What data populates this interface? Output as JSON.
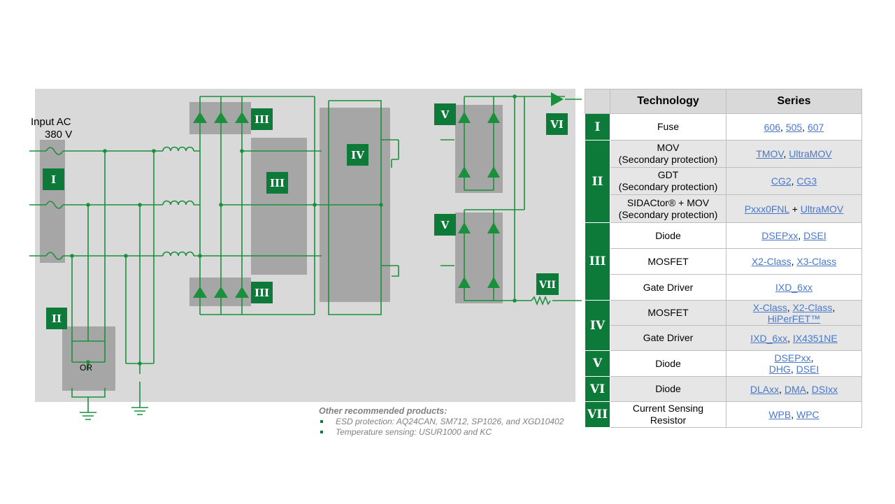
{
  "input_label": [
    "Input AC",
    "380 V"
  ],
  "or_label": "OR",
  "badges": [
    "I",
    "II",
    "III",
    "IV",
    "V",
    "VI",
    "VII"
  ],
  "colors": {
    "green": "#0d7a3a",
    "wire": "#1a8f3c",
    "panel": "#d9d9d9",
    "block": "#a6a6a6",
    "link": "#4a78c8"
  },
  "table": {
    "headers": [
      "Technology",
      "Series"
    ],
    "rows": [
      {
        "num": "I",
        "tech": [
          "Fuse"
        ],
        "series": [
          "606",
          ", ",
          "505",
          ", ",
          "607"
        ]
      },
      {
        "num": "II",
        "tech": [
          "MOV",
          "(Secondary protection)"
        ],
        "series": [
          "TMOV",
          ", ",
          "UltraMOV"
        ]
      },
      {
        "num": "",
        "tech": [
          "GDT",
          "(Secondary protection)"
        ],
        "series": [
          "CG2",
          ", ",
          "CG3"
        ]
      },
      {
        "num": "",
        "tech": [
          "SIDACtor® + MOV",
          "(Secondary protection)"
        ],
        "series": [
          "Pxxx0FNL",
          " + ",
          "UltraMOV"
        ]
      },
      {
        "num": "III",
        "tech": [
          "Diode"
        ],
        "series": [
          "DSEPxx",
          ", ",
          "DSEI"
        ]
      },
      {
        "num": "",
        "tech": [
          "MOSFET"
        ],
        "series": [
          "X2-Class",
          ", ",
          "X3-Class"
        ]
      },
      {
        "num": "",
        "tech": [
          "Gate Driver"
        ],
        "series": [
          "IXD_6xx"
        ]
      },
      {
        "num": "IV",
        "tech": [
          "MOSFET"
        ],
        "series": [
          "X-Class",
          ", ",
          "X2-Class",
          ",",
          "HiPerFET™"
        ]
      },
      {
        "num": "",
        "tech": [
          "Gate Driver"
        ],
        "series": [
          "IXD_6xx",
          ", ",
          "IX4351NE"
        ]
      },
      {
        "num": "V",
        "tech": [
          "Diode"
        ],
        "series": [
          "DSEPxx",
          ",",
          "DHG",
          ", ",
          "DSEI"
        ]
      },
      {
        "num": "VI",
        "tech": [
          "Diode"
        ],
        "series": [
          "DLAxx",
          ", ",
          "DMA",
          ", ",
          "DSIxx"
        ]
      },
      {
        "num": "VII",
        "tech": [
          "Current Sensing",
          "Resistor"
        ],
        "series": [
          "WPB",
          ", ",
          "WPC"
        ]
      }
    ]
  },
  "notes": {
    "header": "Other recommended products:",
    "items": [
      "ESD protection: AQ24CAN, SM712, SP1026, and XGD10402",
      "Temperature sensing: USUR1000 and KC"
    ]
  }
}
